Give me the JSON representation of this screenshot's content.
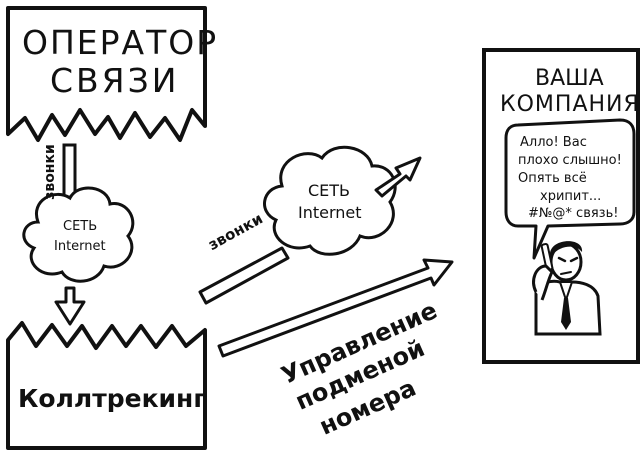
{
  "operator_box": {
    "line1": "ОПЕРАТОР",
    "line2": "СВЯЗИ"
  },
  "calltracking_box": {
    "label": "Коллтрекинг"
  },
  "company_box": {
    "line1": "ВАША",
    "line2": "КОМПАНИЯ"
  },
  "cloud_left": {
    "line1": "СЕТЬ",
    "line2": "Internet"
  },
  "cloud_center": {
    "line1": "СЕТЬ",
    "line2": "Internet"
  },
  "arrow_labels": {
    "calls_vertical": "звонки",
    "calls_diagonal": "звонки",
    "substitution_line1": "Управление",
    "substitution_line2": "подменой",
    "substitution_line3": "номера"
  },
  "speech_bubble": {
    "line1": "Алло! Вас",
    "line2": "плохо слышно!",
    "line3": "Опять всё",
    "line4": "хрипит...",
    "line5": "#№@* связь!"
  },
  "colors": {
    "ink": "#111111",
    "paper": "#ffffff"
  }
}
